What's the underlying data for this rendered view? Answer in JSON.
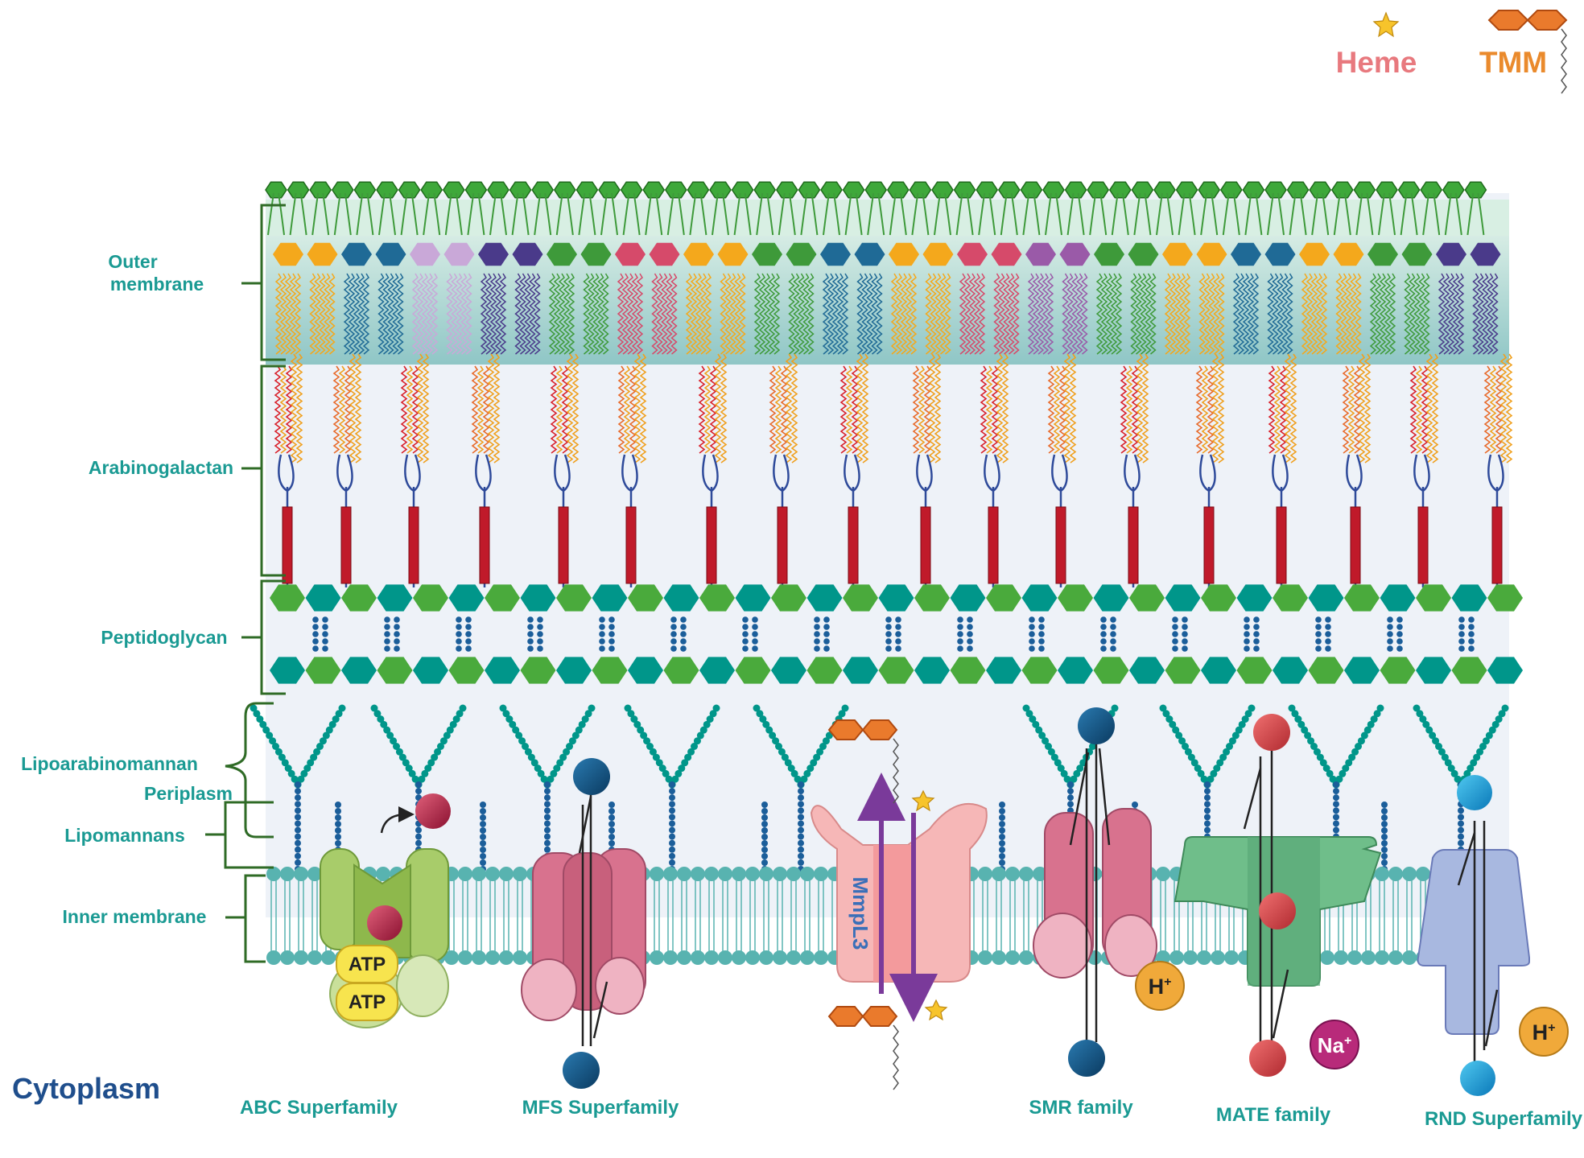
{
  "legend": {
    "heme": {
      "label": "Heme",
      "color": "#e8797e",
      "icon": "star-icon"
    },
    "tmm": {
      "label": "TMM",
      "color": "#ea8a2c",
      "icon": "hexagon-pair-icon"
    }
  },
  "layers": {
    "outer_membrane": "Outer\nmembrane",
    "arabinogalactan": "Arabinogalactan",
    "peptidoglycan": "Peptidoglycan",
    "lipoarabinomannan": "Lipoarabinomannan",
    "periplasm": "Periplasm",
    "lipomannans": "Lipomannans",
    "inner_membrane": "Inner membrane",
    "cytoplasm": "Cytoplasm"
  },
  "transporters": {
    "abc": {
      "label": "ABC Superfamily",
      "atp_label": "ATP"
    },
    "mfs": {
      "label": "MFS Superfamily"
    },
    "mmpl3": {
      "label": "MmpL3"
    },
    "smr": {
      "label": "SMR family",
      "ion": "H+"
    },
    "mate": {
      "label": "MATE family",
      "ion": "Na+"
    },
    "rnd": {
      "label": "RND Superfamily",
      "ion": "H+"
    }
  },
  "colors": {
    "layer_label": "#1a9a93",
    "cytoplasm_label": "#1f4e8c",
    "bracket": "#2f6b26",
    "hex_green": "#4aaa3c",
    "hex_teal": "#00968a",
    "mycolic_orange": "#f0a01e",
    "mycolic_red": "#d9202a",
    "inner_membrane": "#58b3b0"
  }
}
